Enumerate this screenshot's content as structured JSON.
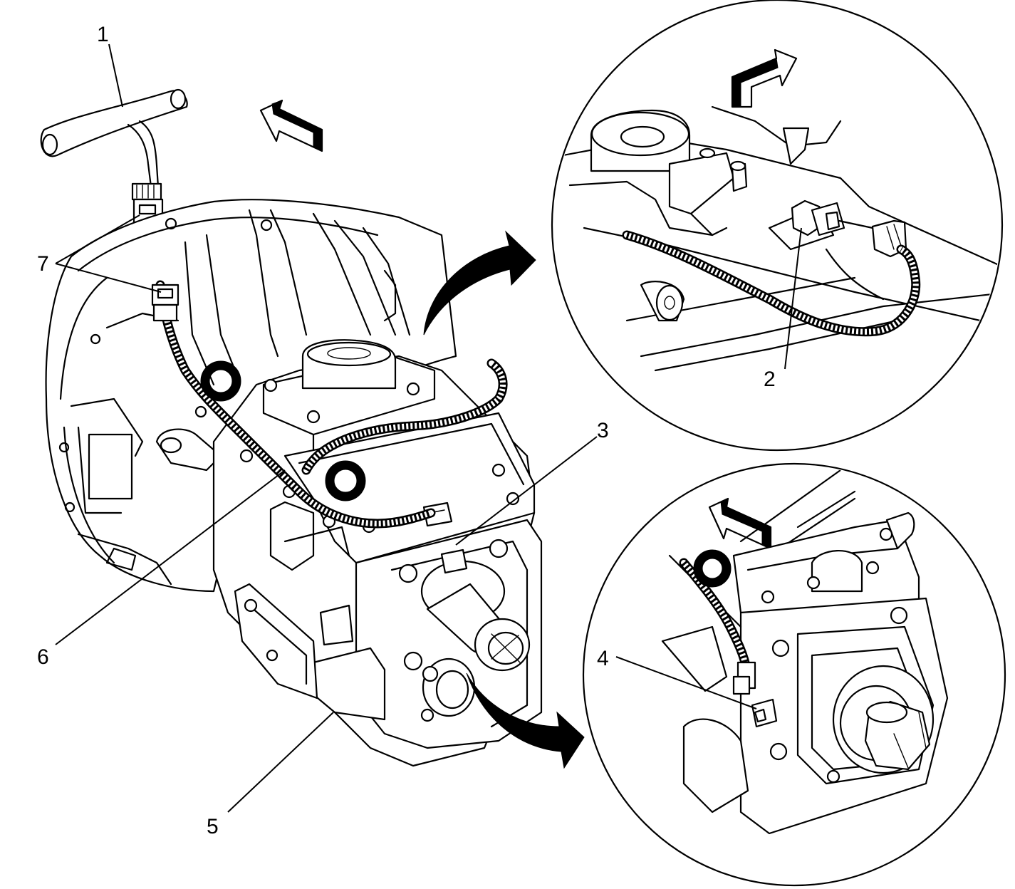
{
  "diagram": {
    "callouts": [
      {
        "id": "1",
        "text": "1"
      },
      {
        "id": "2",
        "text": "2"
      },
      {
        "id": "3",
        "text": "3"
      },
      {
        "id": "4",
        "text": "4"
      },
      {
        "id": "5",
        "text": "5"
      },
      {
        "id": "6",
        "text": "6"
      },
      {
        "id": "7",
        "text": "7"
      }
    ],
    "views": [
      "main-transmission",
      "detail-top-right",
      "detail-bottom-right"
    ]
  }
}
